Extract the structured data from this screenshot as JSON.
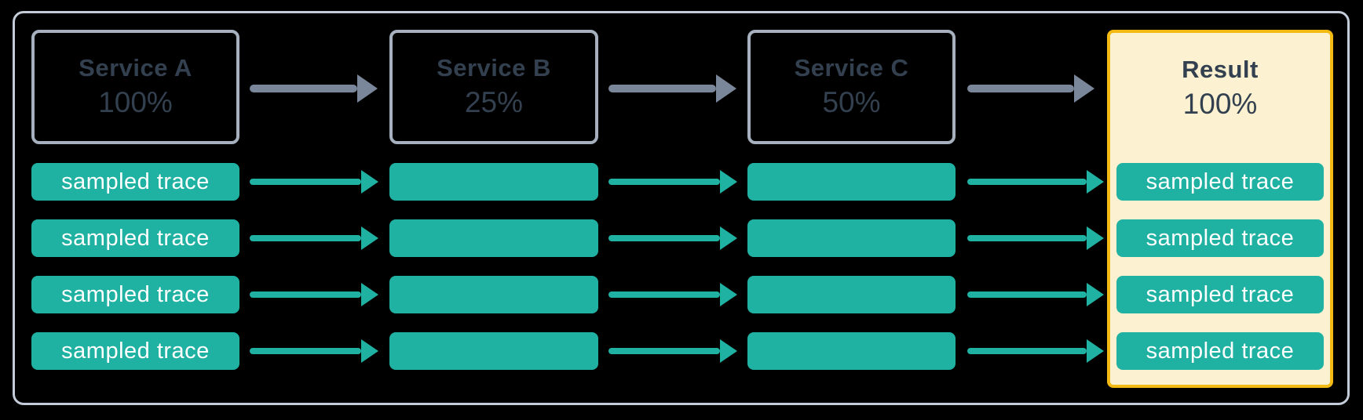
{
  "diagram": {
    "description_rows": 4,
    "columns": [
      {
        "title": "Service A",
        "rate": "100%",
        "type": "service"
      },
      {
        "title": "Service B",
        "rate": "25%",
        "type": "service"
      },
      {
        "title": "Service C",
        "rate": "50%",
        "type": "service"
      },
      {
        "title": "Result",
        "rate": "100%",
        "type": "result"
      }
    ],
    "trace_label": "sampled trace"
  },
  "colors": {
    "bg": "#000000",
    "frame_border": "#C3CCD8",
    "service_border": "#A6B0BE",
    "text_dark": "#33404F",
    "teal": "#1FB1A1",
    "arrow_gray": "#7A8699",
    "result_bg": "#FCF1D0",
    "result_border": "#F2BA12",
    "trace_text": "#FFFFFF"
  }
}
